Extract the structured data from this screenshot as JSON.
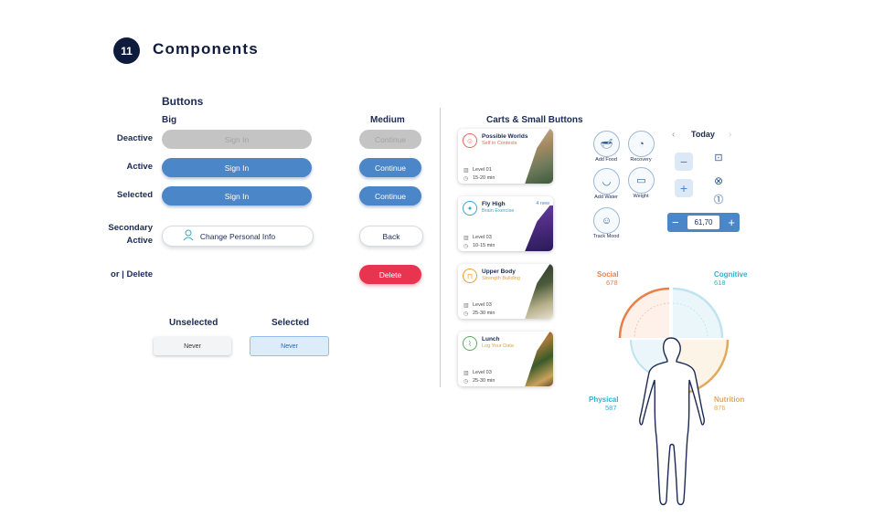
{
  "header": {
    "number": "11",
    "title": "Components"
  },
  "buttons": {
    "section_title": "Buttons",
    "col_big": "Big",
    "col_medium": "Medium",
    "rows": {
      "deactive": "Deactive",
      "active": "Active",
      "selected": "Selected",
      "secondary_line1": "Secondary",
      "secondary_line2": "Active",
      "error_delete": "or | Delete"
    },
    "big": {
      "deactive": "Sign In",
      "active": "Sign In",
      "selected": "Sign In",
      "secondary": "Change Personal Info"
    },
    "medium": {
      "deactive": "Continue",
      "active": "Continue",
      "selected": "Continue",
      "secondary": "Back",
      "delete": "Delete"
    },
    "chips": {
      "unselected_label": "Unselected",
      "selected_label": "Selected",
      "unselected_value": "Never",
      "selected_value": "Never"
    }
  },
  "carts": {
    "section_title": "Carts & Small Buttons",
    "cards": [
      {
        "title": "Possible Worlds",
        "subtitle": "Self in Contexts",
        "level": "Level 01",
        "duration": "15-20 min",
        "accent": "#e8665a",
        "icon": "brain-icon",
        "badge": ""
      },
      {
        "title": "Fly High",
        "subtitle": "Brain Exercise",
        "level": "Level 03",
        "duration": "10-15 min",
        "accent": "#3aa7c9",
        "icon": "bird-icon",
        "badge": "4 new"
      },
      {
        "title": "Upper Body",
        "subtitle": "Strength Building",
        "level": "Level 03",
        "duration": "25-30 min",
        "accent": "#e8a02a",
        "icon": "dumbbell-icon",
        "badge": ""
      },
      {
        "title": "Lunch",
        "subtitle": "Log Your Data",
        "level": "Level 03",
        "duration": "25-30 min",
        "accent": "#5aab5a",
        "icon": "food-icon",
        "badge": ""
      }
    ],
    "small_buttons": [
      {
        "label": "Add Food",
        "icon": "food-bowl-icon"
      },
      {
        "label": "Recovery",
        "icon": "recovery-icon"
      },
      {
        "label": "Add Water",
        "icon": "water-cup-icon"
      },
      {
        "label": "Weight",
        "icon": "scale-icon"
      },
      {
        "label": "Track Mood",
        "icon": "mood-icon"
      }
    ],
    "date_nav": {
      "label": "Today"
    },
    "stepper": {
      "value": "61,70"
    }
  },
  "wellness": {
    "social": {
      "label": "Social",
      "value": "678",
      "color": "#e8804a"
    },
    "cognitive": {
      "label": "Cognitive",
      "value": "618",
      "color": "#2eb0cf"
    },
    "physical": {
      "label": "Physical",
      "value": "587",
      "color": "#2eb0cf"
    },
    "nutrition": {
      "label": "Nutrition",
      "value": "876",
      "color": "#e3a85a"
    }
  }
}
